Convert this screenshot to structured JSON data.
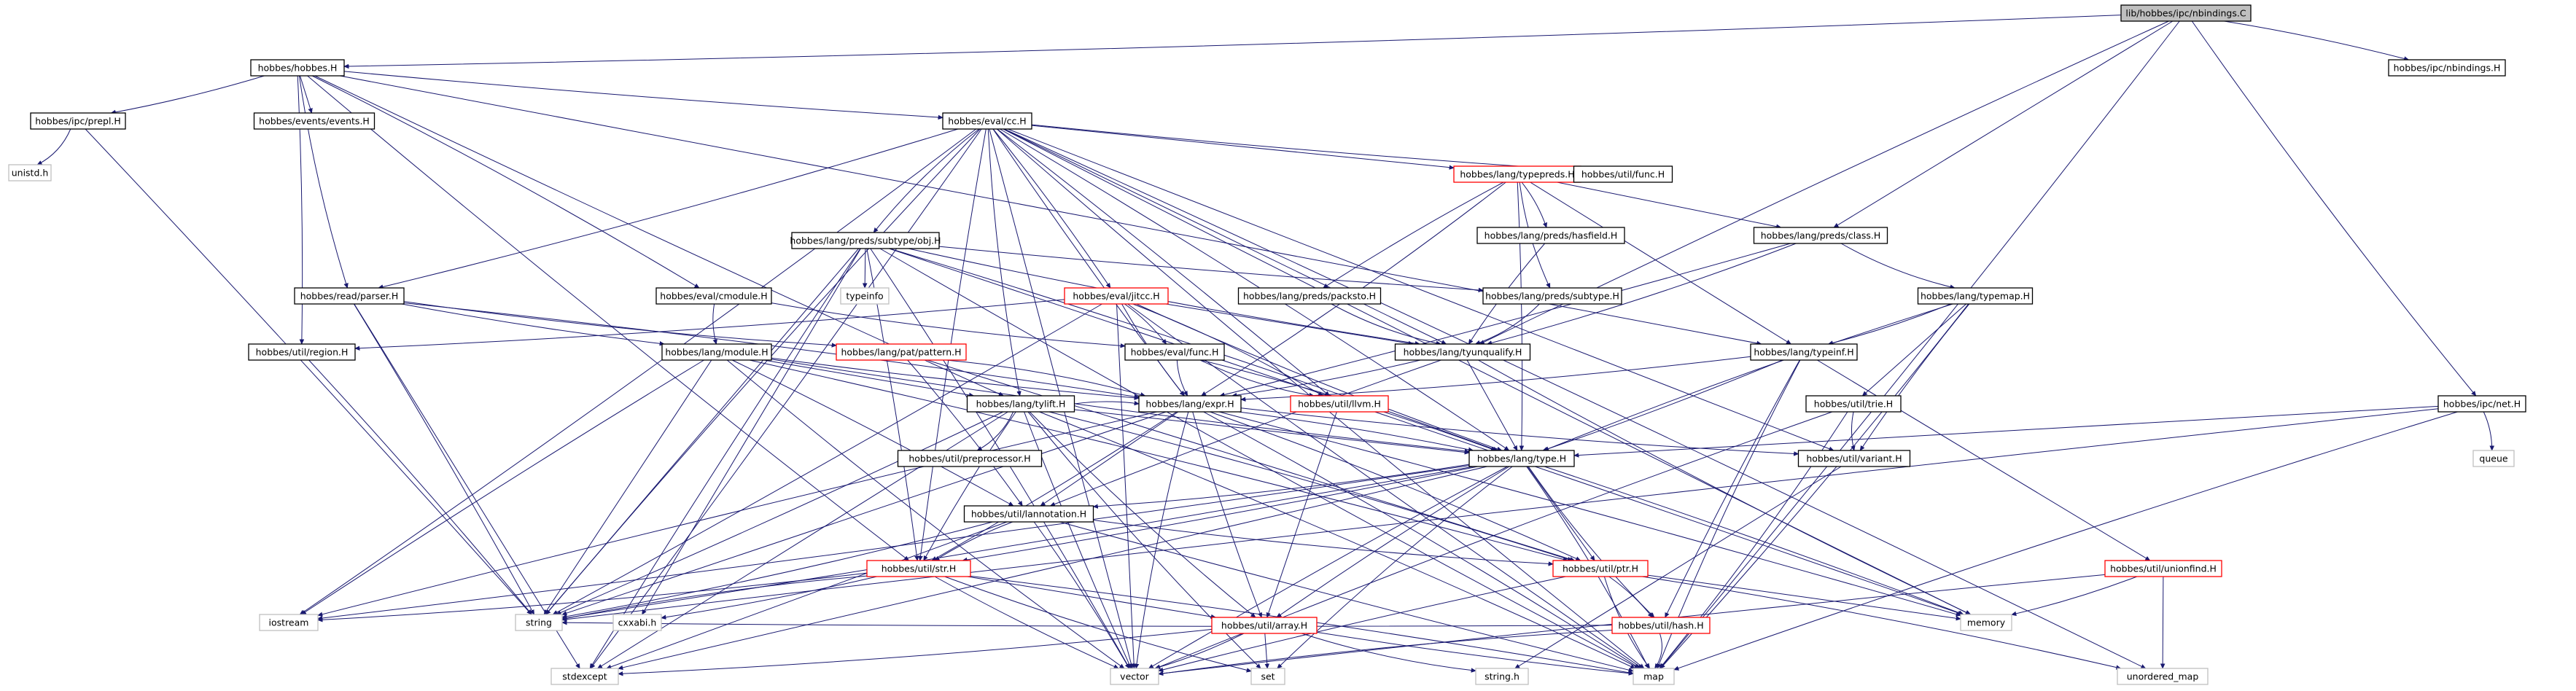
{
  "diagram": {
    "colors": {
      "edge": "#191970",
      "root_fill": "#bfbfbf",
      "node_border": "#000000",
      "node_border_truncated": "#ff0000",
      "node_border_system": "#bfbfbf",
      "node_fill": "#ffffff"
    },
    "nodes": [
      {
        "id": "root",
        "label": "lib/hobbes/ipc/nbindings.C",
        "style": "root"
      },
      {
        "id": "hobbes_h",
        "label": "hobbes/hobbes.H",
        "style": "normal"
      },
      {
        "id": "ipc_nbindings_h",
        "label": "hobbes/ipc/nbindings.H",
        "style": "normal"
      },
      {
        "id": "ipc_prepl",
        "label": "hobbes/ipc/prepl.H",
        "style": "normal"
      },
      {
        "id": "events",
        "label": "hobbes/events/events.H",
        "style": "normal"
      },
      {
        "id": "unistd",
        "label": "unistd.h",
        "style": "system"
      },
      {
        "id": "eval_cc",
        "label": "hobbes/eval/cc.H",
        "style": "normal"
      },
      {
        "id": "typepreds",
        "label": "hobbes/lang/typepreds.H",
        "style": "truncated"
      },
      {
        "id": "util_func",
        "label": "hobbes/util/func.H",
        "style": "normal"
      },
      {
        "id": "preds_hasfield",
        "label": "hobbes/lang/preds/hasfield.H",
        "style": "normal"
      },
      {
        "id": "preds_class",
        "label": "hobbes/lang/preds/class.H",
        "style": "normal"
      },
      {
        "id": "preds_subtype_obj",
        "label": "hobbes/lang/preds/subtype/obj.H",
        "style": "normal"
      },
      {
        "id": "typeinfo",
        "label": "typeinfo",
        "style": "system"
      },
      {
        "id": "read_parser",
        "label": "hobbes/read/parser.H",
        "style": "normal"
      },
      {
        "id": "eval_cmodule",
        "label": "hobbes/eval/cmodule.H",
        "style": "normal"
      },
      {
        "id": "eval_jitcc",
        "label": "hobbes/eval/jitcc.H",
        "style": "truncated"
      },
      {
        "id": "preds_packsto",
        "label": "hobbes/lang/preds/packsto.H",
        "style": "normal"
      },
      {
        "id": "preds_subtype",
        "label": "hobbes/lang/preds/subtype.H",
        "style": "normal"
      },
      {
        "id": "typemap",
        "label": "hobbes/lang/typemap.H",
        "style": "normal"
      },
      {
        "id": "util_region",
        "label": "hobbes/util/region.H",
        "style": "normal"
      },
      {
        "id": "lang_module",
        "label": "hobbes/lang/module.H",
        "style": "normal"
      },
      {
        "id": "pat_pattern",
        "label": "hobbes/lang/pat/pattern.H",
        "style": "truncated"
      },
      {
        "id": "eval_func",
        "label": "hobbes/eval/func.H",
        "style": "normal"
      },
      {
        "id": "tyunqualify",
        "label": "hobbes/lang/tyunqualify.H",
        "style": "normal"
      },
      {
        "id": "typeinf",
        "label": "hobbes/lang/typeinf.H",
        "style": "normal"
      },
      {
        "id": "tylift",
        "label": "hobbes/lang/tylift.H",
        "style": "normal"
      },
      {
        "id": "lang_expr",
        "label": "hobbes/lang/expr.H",
        "style": "normal"
      },
      {
        "id": "util_llvm",
        "label": "hobbes/util/llvm.H",
        "style": "truncated"
      },
      {
        "id": "util_trie",
        "label": "hobbes/util/trie.H",
        "style": "normal"
      },
      {
        "id": "ipc_net",
        "label": "hobbes/ipc/net.H",
        "style": "normal"
      },
      {
        "id": "util_preprocessor",
        "label": "hobbes/util/preprocessor.H",
        "style": "normal"
      },
      {
        "id": "lang_type",
        "label": "hobbes/lang/type.H",
        "style": "normal"
      },
      {
        "id": "util_variant",
        "label": "hobbes/util/variant.H",
        "style": "normal"
      },
      {
        "id": "queue",
        "label": "queue",
        "style": "system"
      },
      {
        "id": "util_lannotation",
        "label": "hobbes/util/lannotation.H",
        "style": "normal"
      },
      {
        "id": "util_str",
        "label": "hobbes/util/str.H",
        "style": "truncated"
      },
      {
        "id": "util_ptr",
        "label": "hobbes/util/ptr.H",
        "style": "truncated"
      },
      {
        "id": "util_unionfind",
        "label": "hobbes/util/unionfind.H",
        "style": "truncated"
      },
      {
        "id": "iostream",
        "label": "iostream",
        "style": "system"
      },
      {
        "id": "string",
        "label": "string",
        "style": "system"
      },
      {
        "id": "cxxabi",
        "label": "cxxabi.h",
        "style": "system"
      },
      {
        "id": "memory",
        "label": "memory",
        "style": "system"
      },
      {
        "id": "util_array",
        "label": "hobbes/util/array.H",
        "style": "truncated"
      },
      {
        "id": "util_hash",
        "label": "hobbes/util/hash.H",
        "style": "truncated"
      },
      {
        "id": "string_h",
        "label": "string.h",
        "style": "system"
      },
      {
        "id": "stdexcept",
        "label": "stdexcept",
        "style": "system"
      },
      {
        "id": "vector",
        "label": "vector",
        "style": "system"
      },
      {
        "id": "set",
        "label": "set",
        "style": "system"
      },
      {
        "id": "map",
        "label": "map",
        "style": "system"
      },
      {
        "id": "unordered_map",
        "label": "unordered_map",
        "style": "system"
      }
    ],
    "edges": [
      [
        "root",
        "hobbes_h"
      ],
      [
        "root",
        "ipc_nbindings_h"
      ],
      [
        "root",
        "preds_class"
      ],
      [
        "root",
        "tyunqualify"
      ],
      [
        "root",
        "ipc_net"
      ],
      [
        "root",
        "map"
      ],
      [
        "hobbes_h",
        "ipc_prepl"
      ],
      [
        "hobbes_h",
        "events"
      ],
      [
        "hobbes_h",
        "eval_cc"
      ],
      [
        "hobbes_h",
        "read_parser"
      ],
      [
        "hobbes_h",
        "eval_cmodule"
      ],
      [
        "hobbes_h",
        "util_region"
      ],
      [
        "hobbes_h",
        "typeinf"
      ],
      [
        "hobbes_h",
        "tylift"
      ],
      [
        "hobbes_h",
        "util_str"
      ],
      [
        "ipc_prepl",
        "unistd"
      ],
      [
        "ipc_prepl",
        "string"
      ],
      [
        "eval_cc",
        "typepreds"
      ],
      [
        "eval_cc",
        "util_func"
      ],
      [
        "eval_cc",
        "preds_subtype_obj"
      ],
      [
        "eval_cc",
        "read_parser"
      ],
      [
        "eval_cc",
        "eval_jitcc"
      ],
      [
        "eval_cc",
        "tyunqualify"
      ],
      [
        "eval_cc",
        "lang_expr"
      ],
      [
        "eval_cc",
        "tylift"
      ],
      [
        "eval_cc",
        "lang_type"
      ],
      [
        "eval_cc",
        "util_llvm"
      ],
      [
        "eval_cc",
        "util_variant"
      ],
      [
        "eval_cc",
        "util_str"
      ],
      [
        "eval_cc",
        "string"
      ],
      [
        "eval_cc",
        "iostream"
      ],
      [
        "eval_cc",
        "stdexcept"
      ],
      [
        "eval_cc",
        "vector"
      ],
      [
        "eval_cc",
        "memory"
      ],
      [
        "eval_cc",
        "map"
      ],
      [
        "eval_cc",
        "unordered_map"
      ],
      [
        "typepreds",
        "preds_hasfield"
      ],
      [
        "typepreds",
        "preds_class"
      ],
      [
        "typepreds",
        "preds_packsto"
      ],
      [
        "typepreds",
        "preds_subtype"
      ],
      [
        "typepreds",
        "lang_expr"
      ],
      [
        "typepreds",
        "lang_type"
      ],
      [
        "typepreds",
        "typeinf"
      ],
      [
        "preds_hasfield",
        "tyunqualify"
      ],
      [
        "preds_class",
        "typemap"
      ],
      [
        "preds_class",
        "tyunqualify"
      ],
      [
        "preds_class",
        "lang_expr"
      ],
      [
        "preds_subtype_obj",
        "typeinfo"
      ],
      [
        "preds_subtype_obj",
        "preds_subtype"
      ],
      [
        "preds_subtype_obj",
        "tyunqualify"
      ],
      [
        "preds_subtype_obj",
        "lang_type"
      ],
      [
        "preds_subtype_obj",
        "util_str"
      ],
      [
        "preds_subtype_obj",
        "string"
      ],
      [
        "preds_subtype_obj",
        "stdexcept"
      ],
      [
        "preds_subtype_obj",
        "map"
      ],
      [
        "preds_subtype_obj",
        "vector"
      ],
      [
        "preds_subtype_obj",
        "memory"
      ],
      [
        "preds_subtype_obj",
        "cxxabi"
      ],
      [
        "read_parser",
        "lang_module"
      ],
      [
        "read_parser",
        "pat_pattern"
      ],
      [
        "read_parser",
        "lang_expr"
      ],
      [
        "read_parser",
        "string"
      ],
      [
        "read_parser",
        "stdexcept"
      ],
      [
        "eval_cmodule",
        "lang_module"
      ],
      [
        "eval_cmodule",
        "eval_func"
      ],
      [
        "eval_jitcc",
        "util_region"
      ],
      [
        "eval_jitcc",
        "eval_func"
      ],
      [
        "eval_jitcc",
        "tyunqualify"
      ],
      [
        "eval_jitcc",
        "lang_expr"
      ],
      [
        "eval_jitcc",
        "lang_type"
      ],
      [
        "eval_jitcc",
        "util_llvm"
      ],
      [
        "eval_jitcc",
        "string"
      ],
      [
        "eval_jitcc",
        "vector"
      ],
      [
        "eval_jitcc",
        "map"
      ],
      [
        "preds_packsto",
        "tyunqualify"
      ],
      [
        "preds_subtype",
        "tyunqualify"
      ],
      [
        "typemap",
        "typeinf"
      ],
      [
        "typemap",
        "util_trie"
      ],
      [
        "typemap",
        "util_variant"
      ],
      [
        "typemap",
        "lang_type"
      ],
      [
        "typemap",
        "map"
      ],
      [
        "util_region",
        "string"
      ],
      [
        "lang_module",
        "tylift"
      ],
      [
        "lang_module",
        "lang_expr"
      ],
      [
        "lang_module",
        "lang_type"
      ],
      [
        "lang_module",
        "util_ptr"
      ],
      [
        "lang_module",
        "util_lannotation"
      ],
      [
        "lang_module",
        "string"
      ],
      [
        "lang_module",
        "iostream"
      ],
      [
        "lang_module",
        "vector"
      ],
      [
        "pat_pattern",
        "lang_expr"
      ],
      [
        "pat_pattern",
        "util_lannotation"
      ],
      [
        "pat_pattern",
        "util_ptr"
      ],
      [
        "eval_func",
        "lang_expr"
      ],
      [
        "eval_func",
        "util_llvm"
      ],
      [
        "eval_func",
        "lang_type"
      ],
      [
        "tyunqualify",
        "lang_expr"
      ],
      [
        "tyunqualify",
        "lang_type"
      ],
      [
        "tyunqualify",
        "util_lannotation"
      ],
      [
        "tyunqualify",
        "memory"
      ],
      [
        "typeinf",
        "lang_expr"
      ],
      [
        "typeinf",
        "lang_type"
      ],
      [
        "typeinf",
        "util_unionfind"
      ],
      [
        "typeinf",
        "util_hash"
      ],
      [
        "typeinf",
        "map"
      ],
      [
        "tylift",
        "util_preprocessor"
      ],
      [
        "tylift",
        "lang_expr"
      ],
      [
        "tylift",
        "lang_type"
      ],
      [
        "tylift",
        "util_str"
      ],
      [
        "tylift",
        "util_array"
      ],
      [
        "tylift",
        "util_ptr"
      ],
      [
        "tylift",
        "string"
      ],
      [
        "tylift",
        "stdexcept"
      ],
      [
        "tylift",
        "vector"
      ],
      [
        "tylift",
        "set"
      ],
      [
        "tylift",
        "map"
      ],
      [
        "lang_expr",
        "lang_type"
      ],
      [
        "lang_expr",
        "util_lannotation"
      ],
      [
        "lang_expr",
        "util_array"
      ],
      [
        "lang_expr",
        "util_variant"
      ],
      [
        "lang_expr",
        "util_ptr"
      ],
      [
        "lang_expr",
        "util_str"
      ],
      [
        "lang_expr",
        "string"
      ],
      [
        "lang_expr",
        "iostream"
      ],
      [
        "lang_expr",
        "vector"
      ],
      [
        "lang_expr",
        "map"
      ],
      [
        "lang_expr",
        "memory"
      ],
      [
        "util_llvm",
        "util_array"
      ],
      [
        "util_trie",
        "util_variant"
      ],
      [
        "util_trie",
        "vector"
      ],
      [
        "util_trie",
        "map"
      ],
      [
        "ipc_net",
        "queue"
      ],
      [
        "ipc_net",
        "lang_type"
      ],
      [
        "ipc_net",
        "string"
      ],
      [
        "ipc_net",
        "map"
      ],
      [
        "lang_type",
        "util_lannotation"
      ],
      [
        "lang_type",
        "util_str"
      ],
      [
        "lang_type",
        "util_ptr"
      ],
      [
        "lang_type",
        "util_array"
      ],
      [
        "lang_type",
        "util_hash"
      ],
      [
        "lang_type",
        "iostream"
      ],
      [
        "lang_type",
        "string"
      ],
      [
        "lang_type",
        "stdexcept"
      ],
      [
        "lang_type",
        "vector"
      ],
      [
        "lang_type",
        "set"
      ],
      [
        "lang_type",
        "map"
      ],
      [
        "lang_type",
        "memory"
      ],
      [
        "util_variant",
        "string_h"
      ],
      [
        "util_lannotation",
        "util_str"
      ],
      [
        "util_lannotation",
        "util_ptr"
      ],
      [
        "util_lannotation",
        "string"
      ],
      [
        "util_lannotation",
        "vector"
      ],
      [
        "util_lannotation",
        "stdexcept"
      ],
      [
        "util_lannotation",
        "map"
      ],
      [
        "util_str",
        "string"
      ],
      [
        "util_str",
        "iostream"
      ],
      [
        "util_str",
        "cxxabi"
      ],
      [
        "util_str",
        "util_array"
      ],
      [
        "util_str",
        "vector"
      ],
      [
        "util_str",
        "set"
      ],
      [
        "util_str",
        "map"
      ],
      [
        "util_ptr",
        "util_hash"
      ],
      [
        "util_ptr",
        "memory"
      ],
      [
        "util_ptr",
        "vector"
      ],
      [
        "util_ptr",
        "map"
      ],
      [
        "util_ptr",
        "unordered_map"
      ],
      [
        "util_unionfind",
        "memory"
      ],
      [
        "util_unionfind",
        "unordered_map"
      ],
      [
        "util_unionfind",
        "vector"
      ],
      [
        "util_array",
        "string_h"
      ],
      [
        "util_array",
        "stdexcept"
      ],
      [
        "util_array",
        "vector"
      ],
      [
        "util_array",
        "set"
      ],
      [
        "util_array",
        "map"
      ],
      [
        "util_hash",
        "vector"
      ],
      [
        "util_hash",
        "map"
      ],
      [
        "util_hash",
        "string"
      ]
    ]
  }
}
